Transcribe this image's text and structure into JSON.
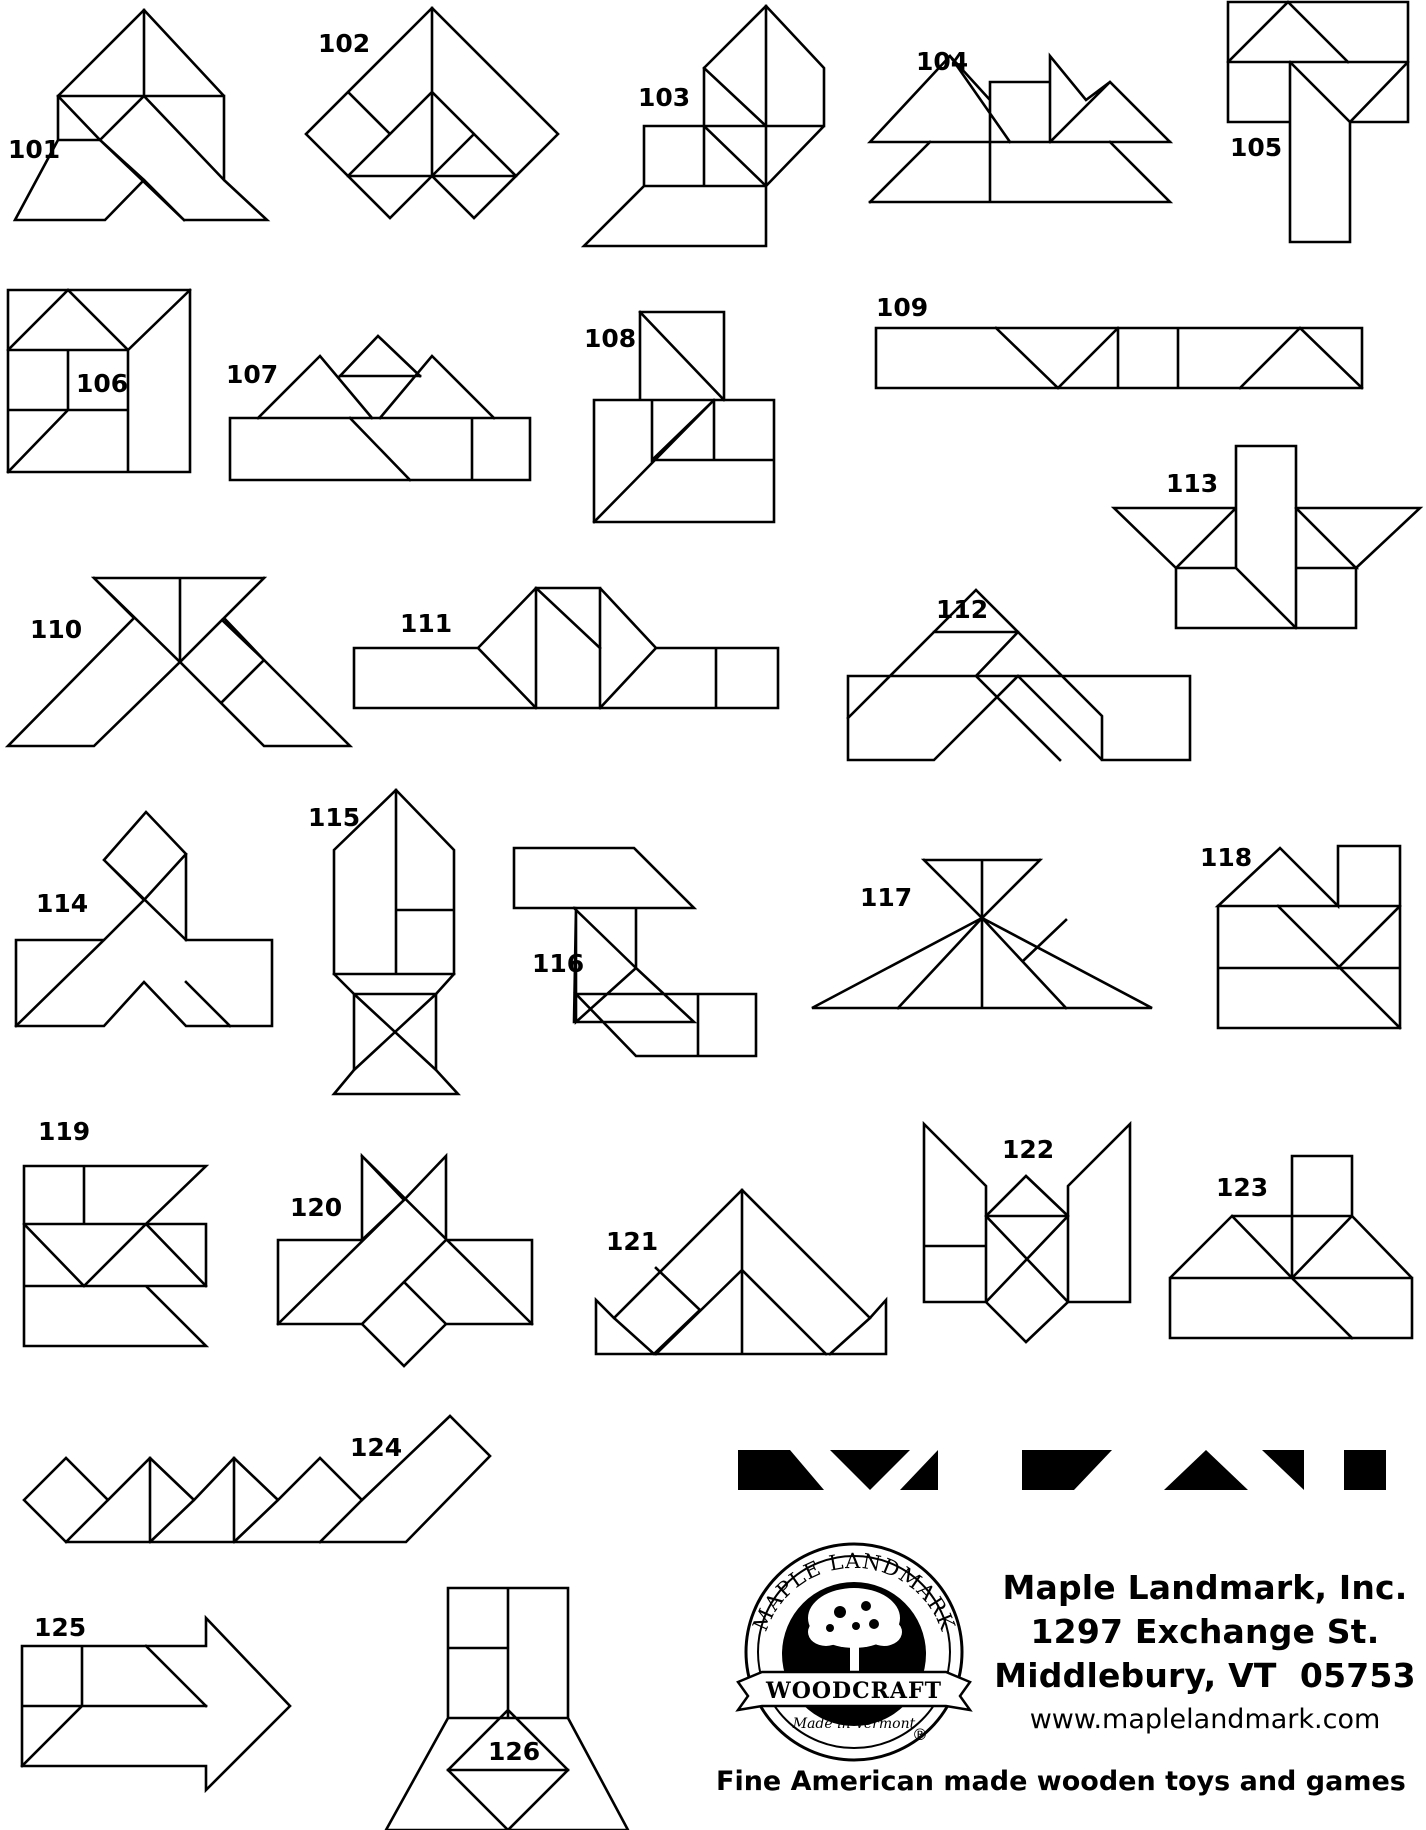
{
  "puzzles": [
    {
      "id": "101"
    },
    {
      "id": "102"
    },
    {
      "id": "103"
    },
    {
      "id": "104"
    },
    {
      "id": "105"
    },
    {
      "id": "106"
    },
    {
      "id": "107"
    },
    {
      "id": "108"
    },
    {
      "id": "109"
    },
    {
      "id": "110"
    },
    {
      "id": "111"
    },
    {
      "id": "112"
    },
    {
      "id": "113"
    },
    {
      "id": "114"
    },
    {
      "id": "115"
    },
    {
      "id": "116"
    },
    {
      "id": "117"
    },
    {
      "id": "118"
    },
    {
      "id": "119"
    },
    {
      "id": "120"
    },
    {
      "id": "121"
    },
    {
      "id": "122"
    },
    {
      "id": "123"
    },
    {
      "id": "124"
    },
    {
      "id": "125"
    },
    {
      "id": "126"
    }
  ],
  "tangram_pieces": [
    "parallelogram",
    "triangle",
    "triangle",
    "parallelogram",
    "triangle",
    "triangle",
    "square"
  ],
  "logo": {
    "ring_text": "MAPLE LANDMARK",
    "banner_text": "WOODCRAFT",
    "sub_text": "Made in Vermont",
    "registered_mark": "®"
  },
  "company": {
    "name": "Maple Landmark, Inc.",
    "street": "1297 Exchange St.",
    "city": "Middlebury, VT  05753",
    "website": "www.maplelandmark.com"
  },
  "tagline": "Fine American made wooden toys and games"
}
